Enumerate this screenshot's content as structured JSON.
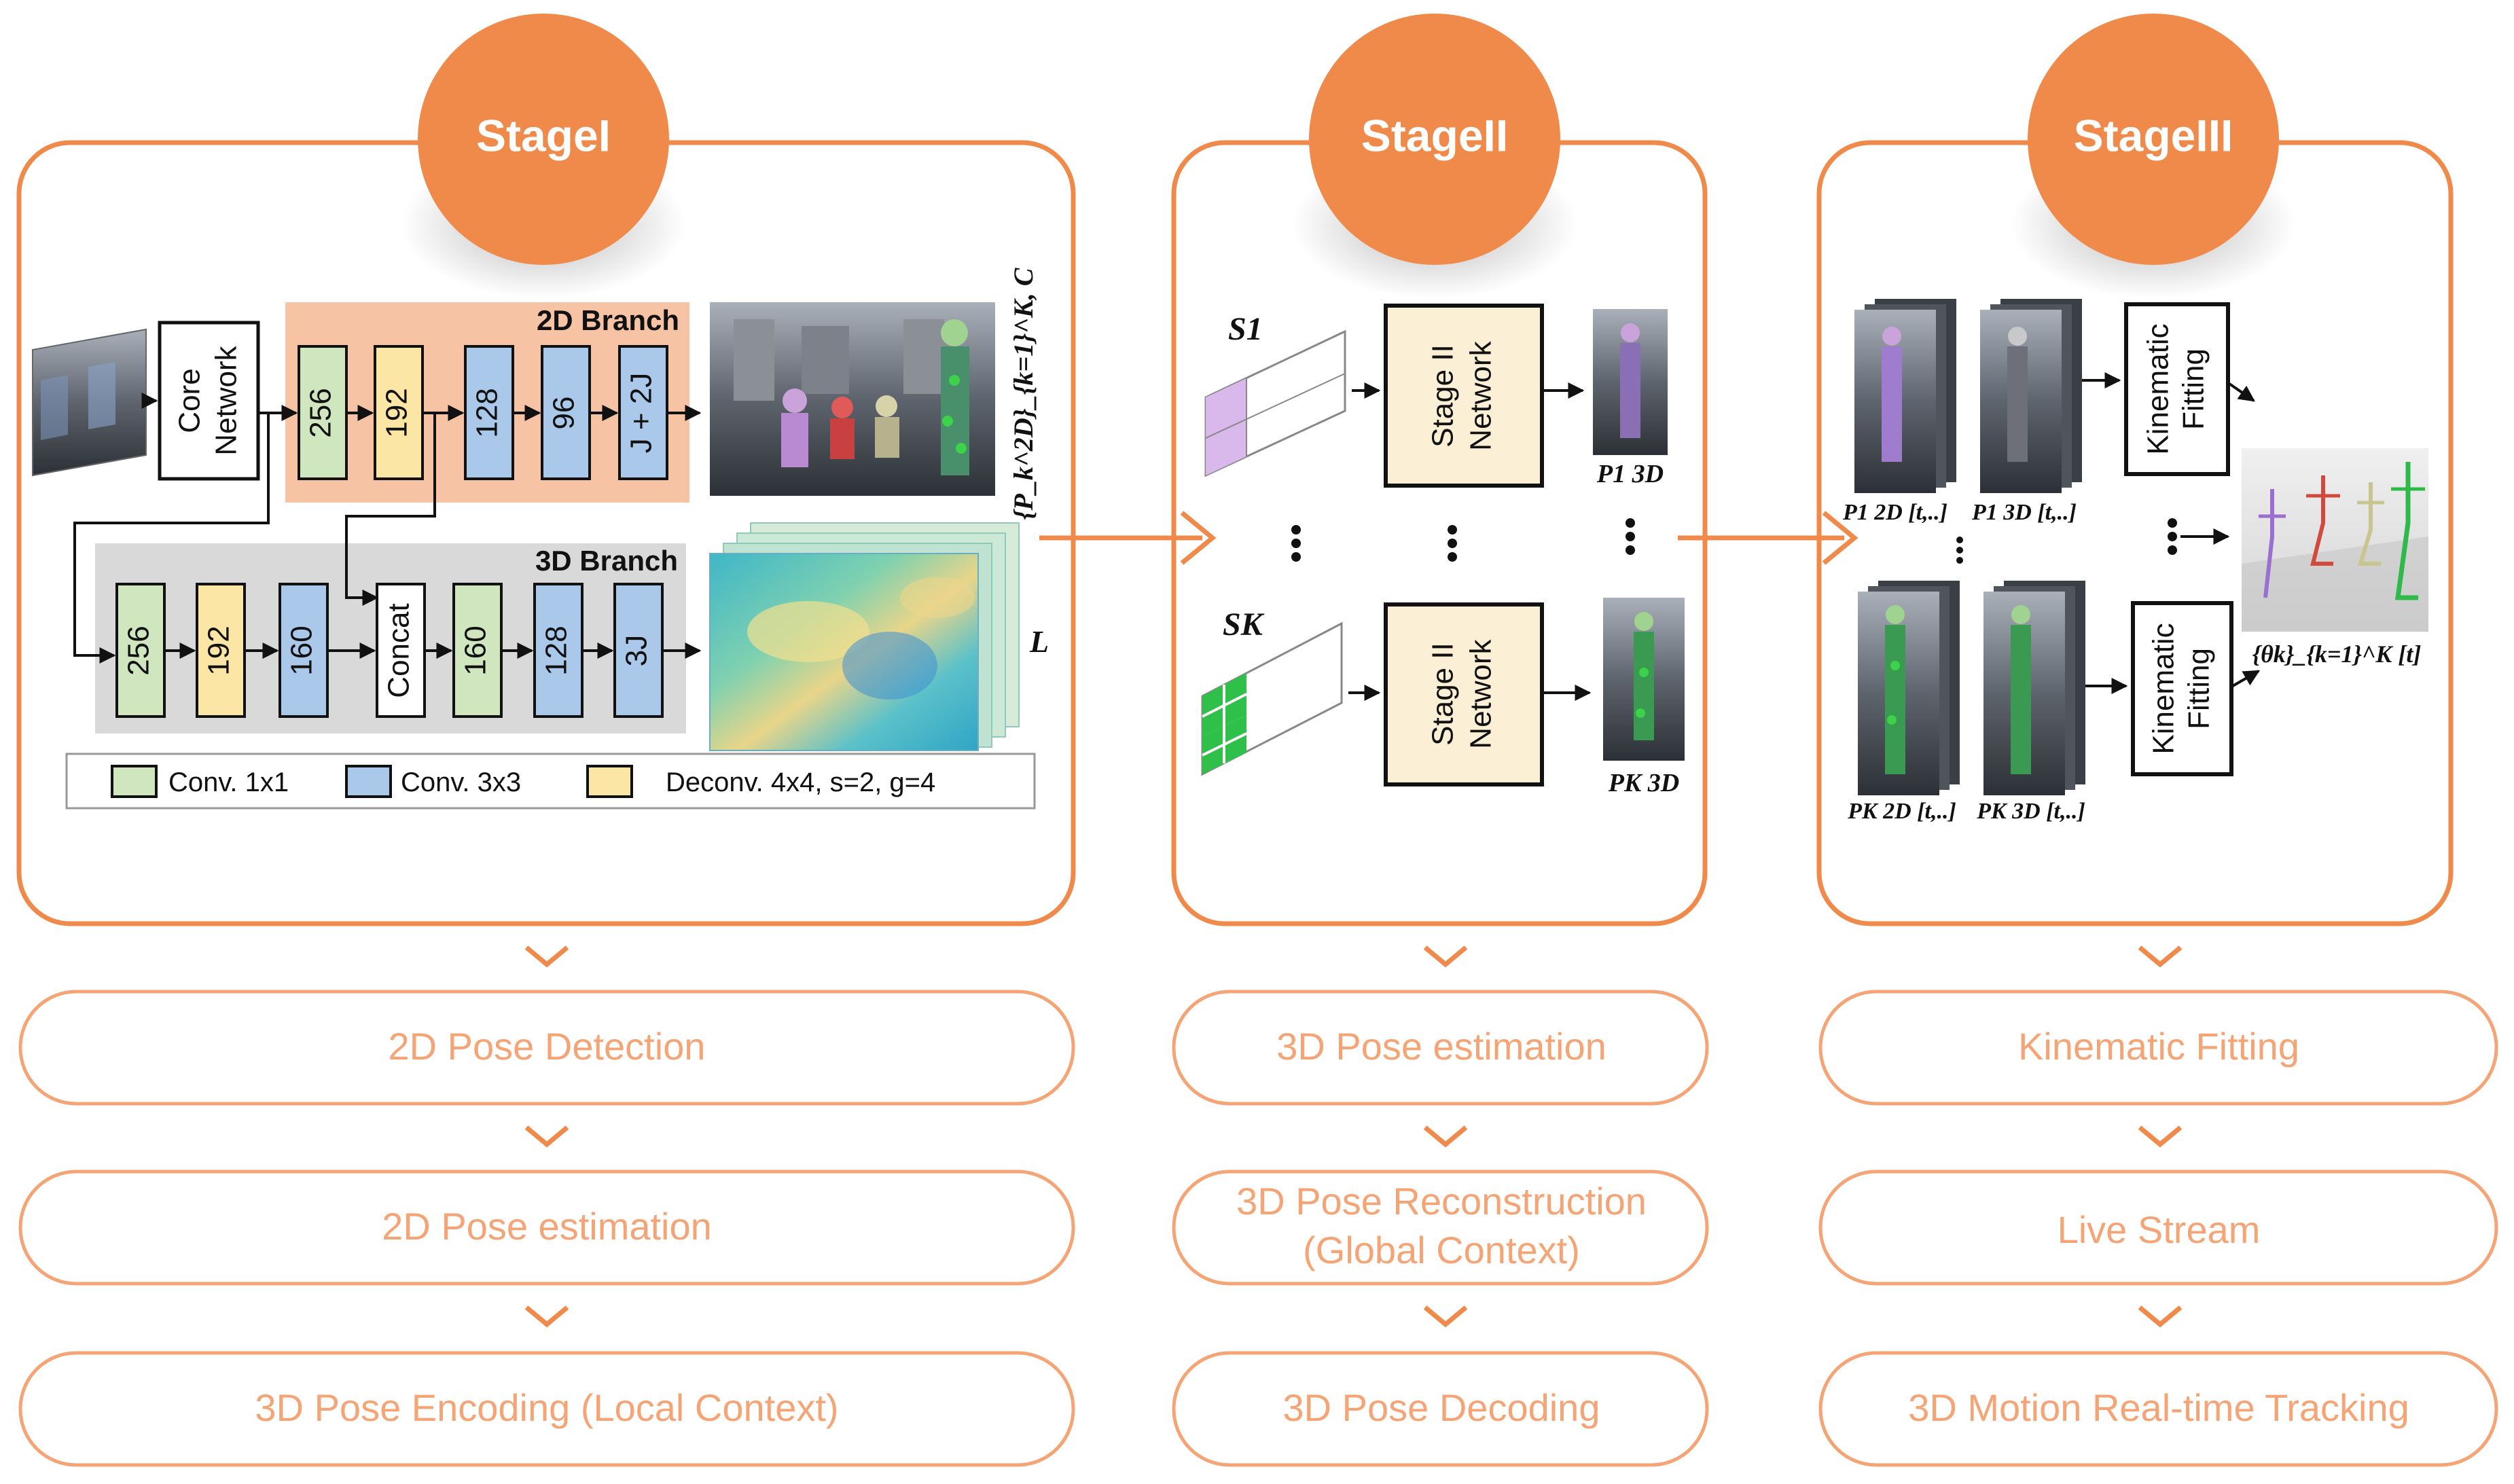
{
  "stages": [
    {
      "title": "StageI"
    },
    {
      "title": "StageII"
    },
    {
      "title": "StageIII"
    }
  ],
  "colors": {
    "accent": "#f08a4b",
    "pill_text": "#f4a475",
    "conv1x1": "#cfe6bf",
    "conv3x3": "#a9c8ea",
    "deconv": "#fbe6a6",
    "branch2d_bg": "#f6c4a4",
    "branch3d_bg": "#d9d9d9",
    "network_box": "#fbf0d6"
  },
  "stage1": {
    "core_network": [
      "Core",
      "Network"
    ],
    "branch_2d_label": "2D Branch",
    "branch_3d_label": "3D Branch",
    "branch_2d_layers": [
      {
        "label": "256",
        "type": "conv1x1"
      },
      {
        "label": "192",
        "type": "deconv"
      },
      {
        "label": "128",
        "type": "conv3x3"
      },
      {
        "label": "96",
        "type": "conv3x3"
      },
      {
        "label": "J + 2J",
        "type": "conv3x3"
      }
    ],
    "branch_3d_layers": [
      {
        "label": "256",
        "type": "conv1x1"
      },
      {
        "label": "192",
        "type": "deconv"
      },
      {
        "label": "160",
        "type": "conv3x3"
      },
      {
        "label": "Concat",
        "type": "plain"
      },
      {
        "label": "160",
        "type": "conv1x1"
      },
      {
        "label": "128",
        "type": "conv3x3"
      },
      {
        "label": "3J",
        "type": "conv3x3"
      }
    ],
    "output_2d_label": "{P_k^2D}_{k=1}^K, C",
    "output_3d_label": "L",
    "legend": [
      {
        "label": "Conv. 1x1",
        "type": "conv1x1"
      },
      {
        "label": "Conv. 3x3",
        "type": "conv3x3"
      },
      {
        "label": "Deconv. 4x4, s=2, g=4",
        "type": "deconv"
      }
    ]
  },
  "stage2": {
    "inputs": [
      "S1",
      "SK"
    ],
    "network": [
      "Stage II",
      "Network"
    ],
    "outputs": [
      "P1 3D",
      "PK 3D"
    ]
  },
  "stage3": {
    "inputs_top": [
      "P1 2D [t,..]",
      "P1 3D [t,..]"
    ],
    "inputs_bottom": [
      "PK 2D [t,..]",
      "PK 3D [t,..]"
    ],
    "fitting": [
      "Kinematic",
      "Fitting"
    ],
    "output_label": "{θk}_{k=1}^K [t]"
  },
  "pipelines": [
    [
      "2D Pose Detection",
      "2D Pose estimation",
      "3D Pose Encoding (Local Context)"
    ],
    [
      "3D Pose estimation",
      [
        "3D Pose Reconstruction",
        "(Global Context)"
      ],
      "3D Pose Decoding"
    ],
    [
      "Kinematic Fitting",
      "Live Stream",
      "3D Motion Real-time Tracking"
    ]
  ]
}
